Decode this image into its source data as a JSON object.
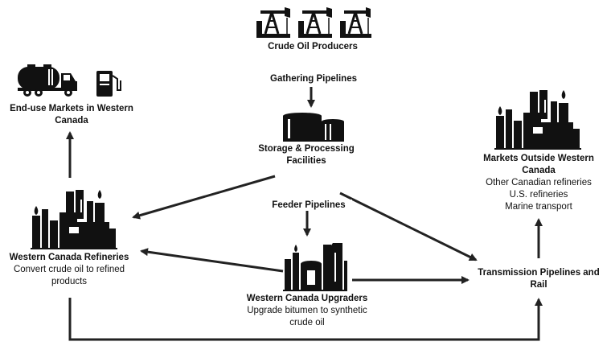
{
  "nodes": {
    "producers": {
      "title": "Crude Oil Producers",
      "icon": "pumpjack-icon"
    },
    "storage": {
      "title": "Storage & Processing Facilities",
      "icon": "storage-tanks-icon"
    },
    "end_use": {
      "title": "End-use Markets in Western Canada",
      "icon": "tanker-truck-gas-pump-icon"
    },
    "refineries": {
      "title": "Western Canada Refineries",
      "subtitle": "Convert crude oil to refined products",
      "icon": "refinery-icon"
    },
    "upgraders": {
      "title": "Western Canada Upgraders",
      "subtitle": "Upgrade bitumen to synthetic crude oil",
      "icon": "upgrader-icon"
    },
    "transmission": {
      "title": "Transmission Pipelines and Rail"
    },
    "markets_outside": {
      "title": "Markets Outside Western Canada",
      "items": [
        "Other Canadian refineries",
        "U.S. refineries",
        "Marine transport"
      ],
      "icon": "refinery-icon"
    }
  },
  "edges": {
    "gathering": "Gathering Pipelines",
    "feeder": "Feeder Pipelines"
  },
  "colors": {
    "ink": "#111111",
    "background": "#ffffff"
  }
}
